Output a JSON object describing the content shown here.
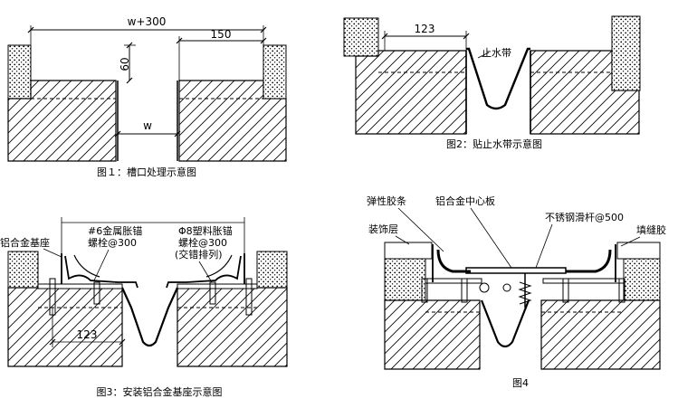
{
  "fig1": {
    "caption": "图１：槽口处理示意图",
    "dim_total": "w+300",
    "dim_side": "150",
    "dim_depth": "60",
    "dim_gap": "w"
  },
  "fig2": {
    "caption": "图2：贴止水带示意图",
    "dim_width": "123",
    "label_waterstop": "止水带"
  },
  "fig3": {
    "caption": "图3：安装铝合金基座示意图",
    "label_base": "铝合金基座",
    "label_metal_anchor_1": "#6金属胀锚",
    "label_metal_anchor_2": "螺栓@300",
    "label_plastic_anchor_1": "Φ8塑料胀锚",
    "label_plastic_anchor_2": "螺栓@300",
    "label_plastic_anchor_3": "(交错排列)",
    "dim_width": "123"
  },
  "fig4": {
    "caption": "图4",
    "label_elastic_strip": "弹性胶条",
    "label_center_plate": "铝合金中心板",
    "label_decor_layer": "装饰层",
    "label_slide_bar": "不锈钢滑杆@500",
    "label_sealant": "填缝胶"
  }
}
